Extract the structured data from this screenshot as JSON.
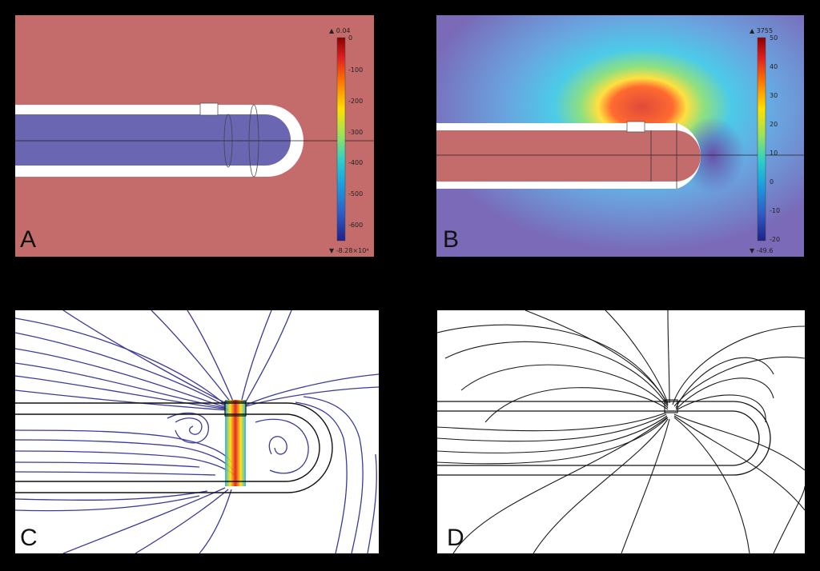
{
  "panels": [
    {
      "id": "A",
      "label": "A",
      "colorbar": {
        "max_marker": "0.04",
        "min_marker": "-8.28×10⁴",
        "ticks": [
          "0",
          "-100",
          "-200",
          "-300",
          "-400",
          "-500",
          "-600"
        ]
      },
      "colors": {
        "background": "#c46c6c",
        "tube": "#6a66b2",
        "wall": "#ffffff"
      }
    },
    {
      "id": "B",
      "label": "B",
      "colorbar": {
        "max_marker": "3755",
        "min_marker": "-49.6",
        "ticks": [
          "50",
          "40",
          "30",
          "20",
          "10",
          "0",
          "-10",
          "-20"
        ]
      },
      "colors": {
        "background": "#7a6ab8",
        "tube": "#c46c6c",
        "wall": "#ffffff"
      }
    },
    {
      "id": "C",
      "label": "C",
      "colors": {
        "background": "#ffffff",
        "streamline": "#3a3a9a"
      }
    },
    {
      "id": "D",
      "label": "D",
      "colors": {
        "background": "#ffffff",
        "streamline": "#1a1a1a"
      }
    }
  ],
  "colorbar_gradient": [
    "#8b0000",
    "#e02020",
    "#ff7a00",
    "#ffe000",
    "#9be35a",
    "#2fd0c8",
    "#1aa0e0",
    "#2e5fc8",
    "#20208a"
  ]
}
